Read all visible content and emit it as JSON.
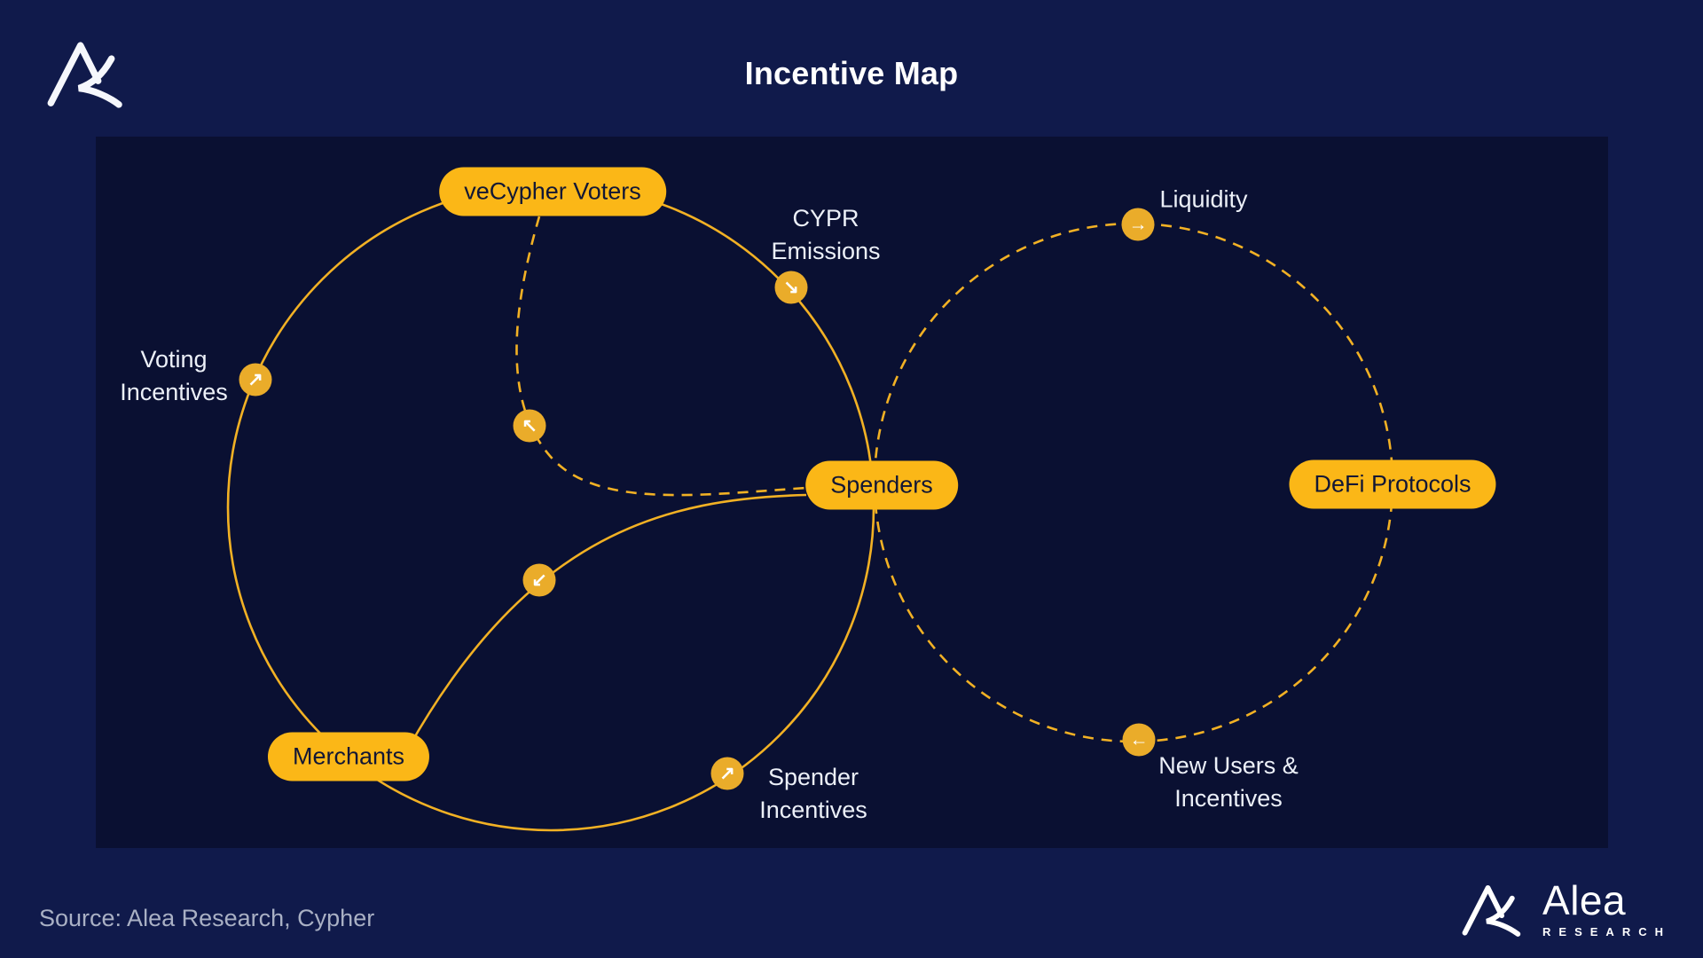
{
  "title": "Incentive Map",
  "source": "Source: Alea Research, Cypher",
  "brand": {
    "name": "Alea",
    "subname": "RESEARCH"
  },
  "colors": {
    "background": "#101A4B",
    "panel": "#0A1032",
    "accent_line": "#F2B124",
    "pill_fill": "#FBB717",
    "marker_fill": "#EAAC2A",
    "pill_text": "#121735",
    "label_text": "#ECF0F8",
    "muted_text": "#A9B0C4"
  },
  "diagram": {
    "nodes": [
      {
        "id": "vecypher-voters",
        "label": "veCypher Voters"
      },
      {
        "id": "spenders",
        "label": "Spenders"
      },
      {
        "id": "defi-protocols",
        "label": "DeFi Protocols"
      },
      {
        "id": "merchants",
        "label": "Merchants"
      }
    ],
    "flow_labels": [
      {
        "id": "cypr-emissions",
        "text": "CYPR Emissions"
      },
      {
        "id": "voting-incentives",
        "text": "Voting Incentives"
      },
      {
        "id": "liquidity",
        "text": "Liquidity"
      },
      {
        "id": "spender-incentives",
        "text": "Spender Incentives"
      },
      {
        "id": "new-users-incentives",
        "text": "New Users & Incentives"
      }
    ],
    "markers": [
      {
        "id": "voting-incentives",
        "direction": "up-right",
        "glyph": "↗"
      },
      {
        "id": "cypr-emissions",
        "direction": "down-right",
        "glyph": "↘"
      },
      {
        "id": "liquidity",
        "direction": "right",
        "glyph": "→"
      },
      {
        "id": "vecypher-return",
        "direction": "up-left",
        "glyph": "↖"
      },
      {
        "id": "merchants-flow",
        "direction": "down-left",
        "glyph": "↙"
      },
      {
        "id": "spender-incentives",
        "direction": "up-right",
        "glyph": "↗"
      },
      {
        "id": "new-users",
        "direction": "left",
        "glyph": "←"
      }
    ]
  }
}
